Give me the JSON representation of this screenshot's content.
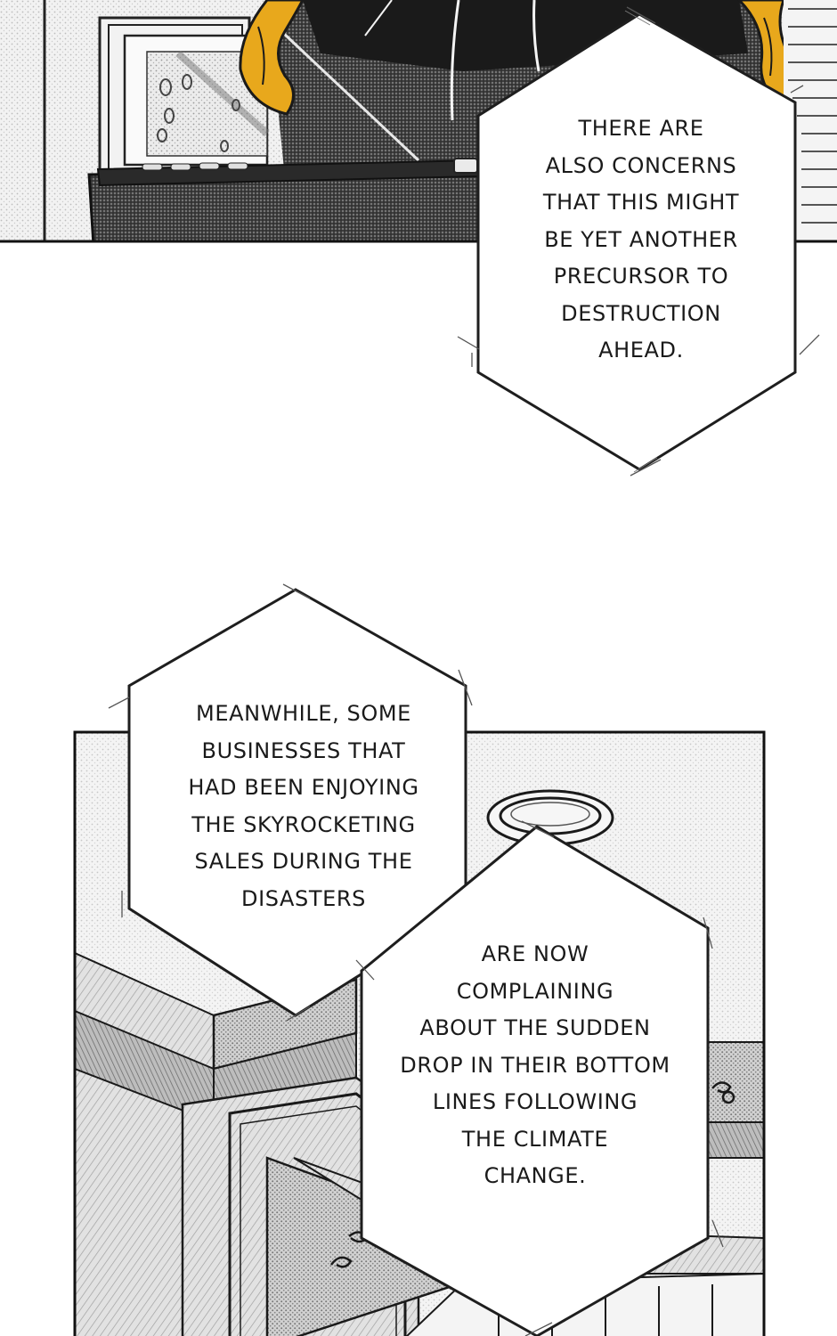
{
  "captions": [
    {
      "lines": [
        "THERE ARE",
        "ALSO CONCERNS",
        "THAT THIS MIGHT",
        "BE YET ANOTHER",
        "PRECURSOR TO",
        "DESTRUCTION",
        "AHEAD."
      ]
    },
    {
      "lines": [
        "MEANWHILE, SOME",
        "BUSINESSES THAT",
        "HAD BEEN ENJOYING",
        "THE SKYROCKETING",
        "SALES DURING THE",
        "DISASTERS"
      ]
    },
    {
      "lines": [
        "ARE NOW",
        "COMPLAINING",
        "ABOUT THE SUDDEN",
        "DROP IN THEIR BOTTOM",
        "LINES FOLLOWING",
        "THE CLIMATE",
        "CHANGE."
      ]
    }
  ],
  "colors": {
    "ink": "#1a1a1a",
    "hair": "#e8a81c",
    "background": "#ffffff",
    "screentone_light": "#c8c8c8",
    "screentone_dark": "#4a4a4a"
  },
  "icons": [
    "ceiling-light-icon",
    "ornament-scroll-icon"
  ]
}
